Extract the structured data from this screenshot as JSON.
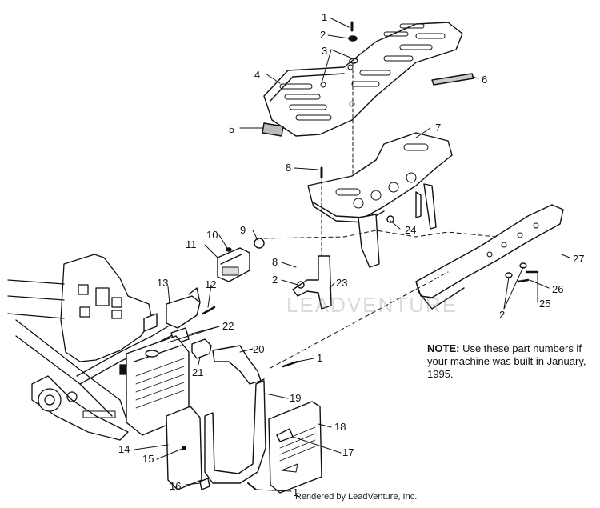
{
  "callouts": [
    {
      "id": "1",
      "label": "1"
    },
    {
      "id": "2",
      "label": "2"
    },
    {
      "id": "3",
      "label": "3"
    },
    {
      "id": "4",
      "label": "4"
    },
    {
      "id": "5",
      "label": "5"
    },
    {
      "id": "6",
      "label": "6"
    },
    {
      "id": "7",
      "label": "7"
    },
    {
      "id": "8",
      "label": "8"
    },
    {
      "id": "9",
      "label": "9"
    },
    {
      "id": "10",
      "label": "10"
    },
    {
      "id": "11",
      "label": "11"
    },
    {
      "id": "8b",
      "label": "8"
    },
    {
      "id": "2b",
      "label": "2"
    },
    {
      "id": "12",
      "label": "12"
    },
    {
      "id": "13",
      "label": "13"
    },
    {
      "id": "22",
      "label": "22"
    },
    {
      "id": "20",
      "label": "20"
    },
    {
      "id": "21",
      "label": "21"
    },
    {
      "id": "23",
      "label": "23"
    },
    {
      "id": "24",
      "label": "24"
    },
    {
      "id": "27",
      "label": "27"
    },
    {
      "id": "26",
      "label": "26"
    },
    {
      "id": "25",
      "label": "25"
    },
    {
      "id": "2c",
      "label": "2"
    },
    {
      "id": "1b",
      "label": "1"
    },
    {
      "id": "19",
      "label": "19"
    },
    {
      "id": "18",
      "label": "18"
    },
    {
      "id": "17",
      "label": "17"
    },
    {
      "id": "14",
      "label": "14"
    },
    {
      "id": "15",
      "label": "15"
    },
    {
      "id": "16",
      "label": "16"
    },
    {
      "id": "1c",
      "label": "1"
    }
  ],
  "note": {
    "heading": "NOTE:",
    "text": "Use these part numbers if your machine was built in January, 1995."
  },
  "watermark": "LEADVENTURE",
  "credit": "Rendered by LeadVenture, Inc."
}
